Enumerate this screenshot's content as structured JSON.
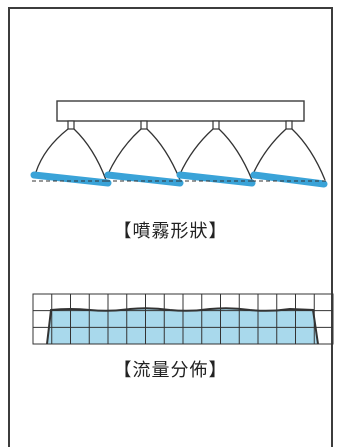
{
  "diagram": {
    "spray_caption": "【噴霧形狀】",
    "flow_caption": "【流量分佈】",
    "nozzle_count": 4,
    "colors": {
      "border": "#3c3c3c",
      "spray_band": "#3aa3d8",
      "flow_fill": "#a9d9ec",
      "line": "#333333"
    }
  }
}
